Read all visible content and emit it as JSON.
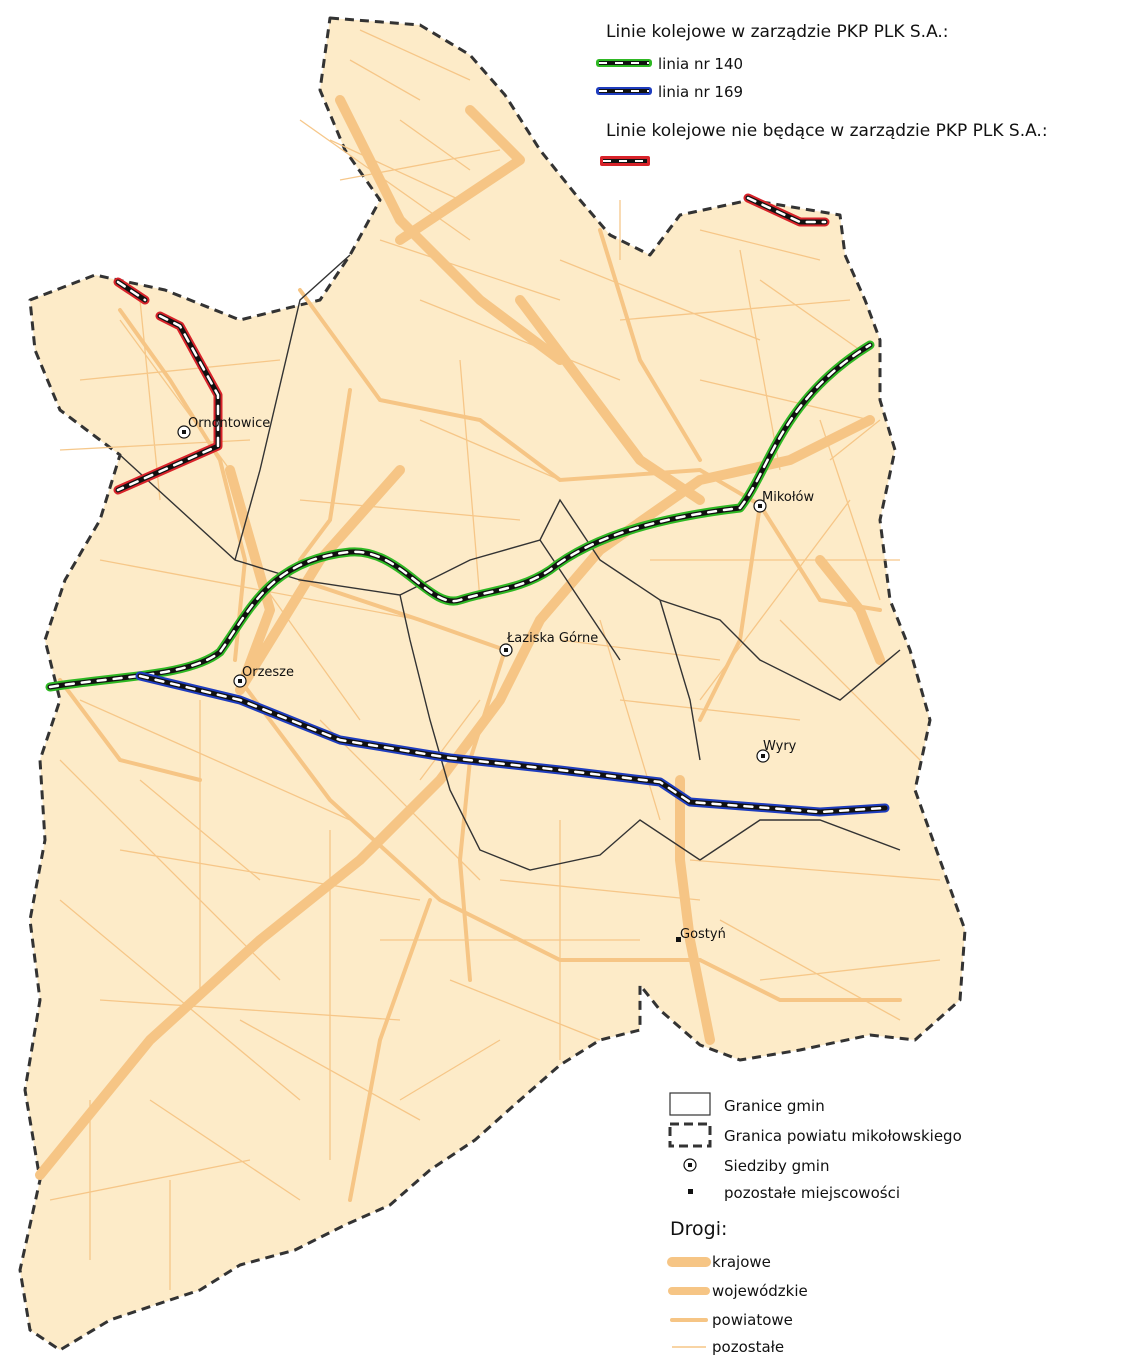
{
  "legend_top": {
    "pkp_heading": "Linie kolejowe w zarządzie PKP PLK S.A.:",
    "line_140": "linia nr 140",
    "line_169": "linia nr 169",
    "non_pkp_heading": "Linie kolejowe nie będące w zarządzie PKP PLK S.A.:"
  },
  "legend_bottom": {
    "gminy_borders": "Granice gmin",
    "county_border": "Granica powiatu mikołowskiego",
    "gmina_seats": "Siedziby gmin",
    "other_localities": "pozostałe miejscowości",
    "roads_heading": "Drogi:",
    "roads": [
      "krajowe",
      "wojewódzkie",
      "powiatowe",
      "pozostałe"
    ]
  },
  "places": {
    "ornontowice": "Ornontowice",
    "mikolow": "Mikołów",
    "laziska": "Łaziska Górne",
    "orzesze": "Orzesze",
    "wyry": "Wyry",
    "gostyn": "Gostyń"
  },
  "colors": {
    "land": "#fdebc8",
    "road": "#f6c585",
    "line_140": "#2fb824",
    "line_169": "#1f3dbf",
    "non_pkp": "#d8232a",
    "rail_core": "#111111",
    "border": "#333333"
  }
}
